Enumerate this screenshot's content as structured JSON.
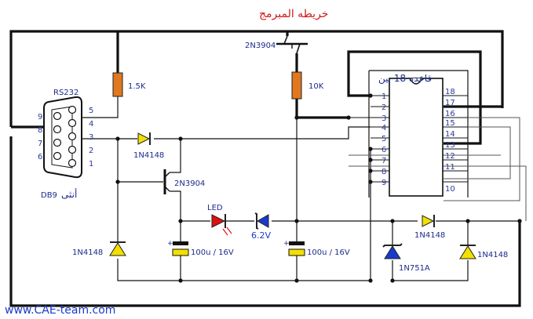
{
  "title": "خريطه المبرمج",
  "website": "www.CAE-team.com",
  "components": {
    "transistor_top": "2N3904",
    "transistor_mid": "2N3904",
    "resistor_left": "1.5K",
    "resistor_right": "10K",
    "diode_top": "1N4148",
    "diode_left": "1N4148",
    "diode_right_top": "1N4148",
    "diode_right": "1N4148",
    "zener_small": "6.2V",
    "zener_main": "1N751A",
    "led": "LED",
    "cap_left": "100u / 16V",
    "cap_right": "100u / 16V",
    "connector_name": "RS232",
    "connector_type": "DB9",
    "connector_gender": "أنثى",
    "socket_label": "قاعده 18 بين"
  },
  "db9_pins_right": [
    "5",
    "4",
    "3",
    "2",
    "1"
  ],
  "db9_pins_left": [
    "9",
    "8",
    "7",
    "6"
  ],
  "ic_pins_left": [
    "1",
    "2",
    "3",
    "4",
    "5",
    "6",
    "7",
    "8",
    "9"
  ],
  "ic_pins_right": [
    "18",
    "17",
    "16",
    "15",
    "14",
    "13",
    "12",
    "11",
    "10"
  ],
  "colors": {
    "title": "#d01818",
    "label": "#1c2a8c",
    "led": "#e01010",
    "zener": "#1a3acc",
    "diode": "#f2e000",
    "resistor": "#e07820",
    "url": "#1a3acc"
  }
}
